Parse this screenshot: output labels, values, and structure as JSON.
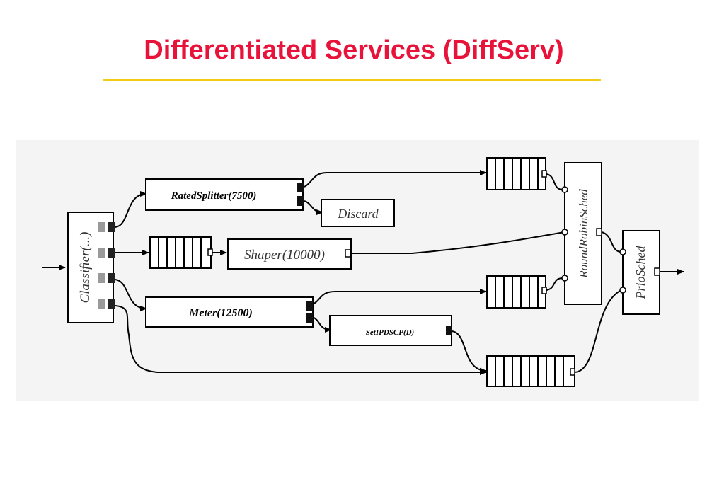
{
  "title": "Differentiated Services (DiffServ)",
  "elements": {
    "classifier": "Classifier(...)",
    "rated_splitter": "RatedSplitter(7500)",
    "discard": "Discard",
    "shaper": "Shaper(10000)",
    "meter": "Meter(12500)",
    "set_dscp": "SetIPDSCP(D)",
    "round_robin": "RoundRobinSched",
    "prio": "PrioSched"
  },
  "colors": {
    "title": "#e8133a",
    "rule": "#f3cc15",
    "panel": "#f4f4f4"
  }
}
